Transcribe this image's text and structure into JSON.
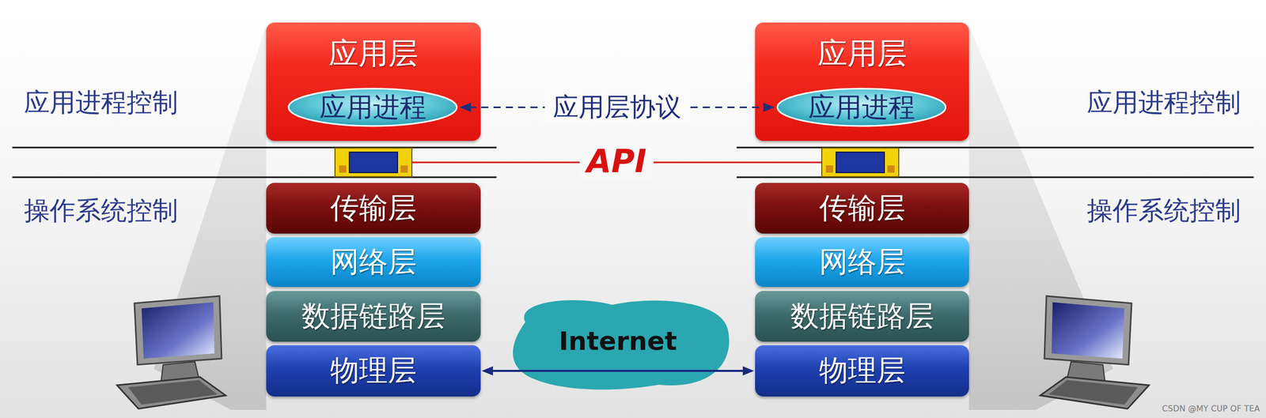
{
  "diagram": {
    "nodes": [
      {
        "text": [
          "应用层"
        ]
      },
      {
        "text": [
          "应用进程"
        ],
        "in": 0
      },
      {
        "text": [
          "传输层"
        ]
      },
      {
        "text": [
          "网络层"
        ]
      },
      {
        "text": [
          "数据链路层"
        ]
      },
      {
        "text": [
          "物理层"
        ]
      },
      {
        "text": [
          "Internet"
        ]
      },
      {
        "text": [
          "应用层"
        ]
      },
      {
        "text": [
          "应用进程"
        ],
        "in": 7
      },
      {
        "text": [
          "传输层"
        ]
      },
      {
        "text": [
          "网络层"
        ]
      },
      {
        "text": [
          "数据链路层"
        ]
      },
      {
        "text": [
          "物理层"
        ]
      }
    ],
    "edges": [
      {
        "from": 1,
        "to": 8,
        "label": "应用层协议",
        "arrow": "both"
      },
      {
        "from": 5,
        "to": 12,
        "arrow": "both"
      }
    ],
    "labels": [
      "应用进程控制",
      "操作系统控制",
      "API",
      "应用进程控制",
      "操作系统控制",
      "CSDN @MY CUP OF TEA"
    ]
  }
}
